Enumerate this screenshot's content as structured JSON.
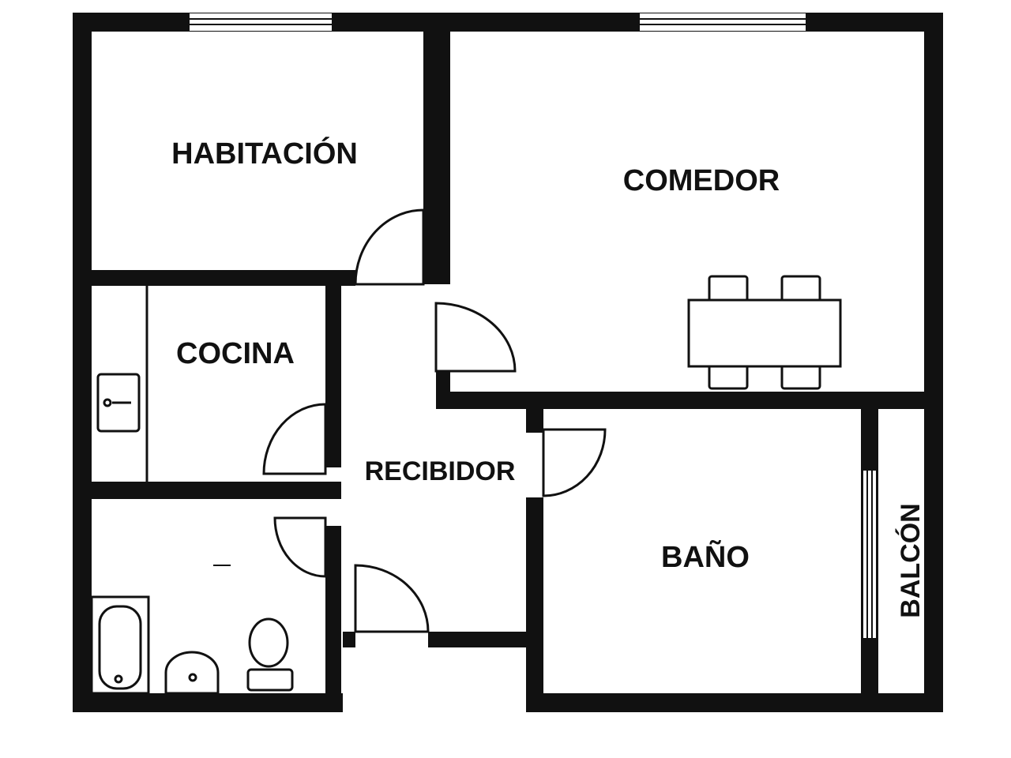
{
  "rooms": {
    "habitacion": "HABITACIÓN",
    "comedor": "COMEDOR",
    "cocina": "COCINA",
    "recibidor": "RECIBIDOR",
    "bano": "BAÑO",
    "balcon": "BALCÓN"
  },
  "colors": {
    "wall": "#111111",
    "background": "#ffffff"
  }
}
